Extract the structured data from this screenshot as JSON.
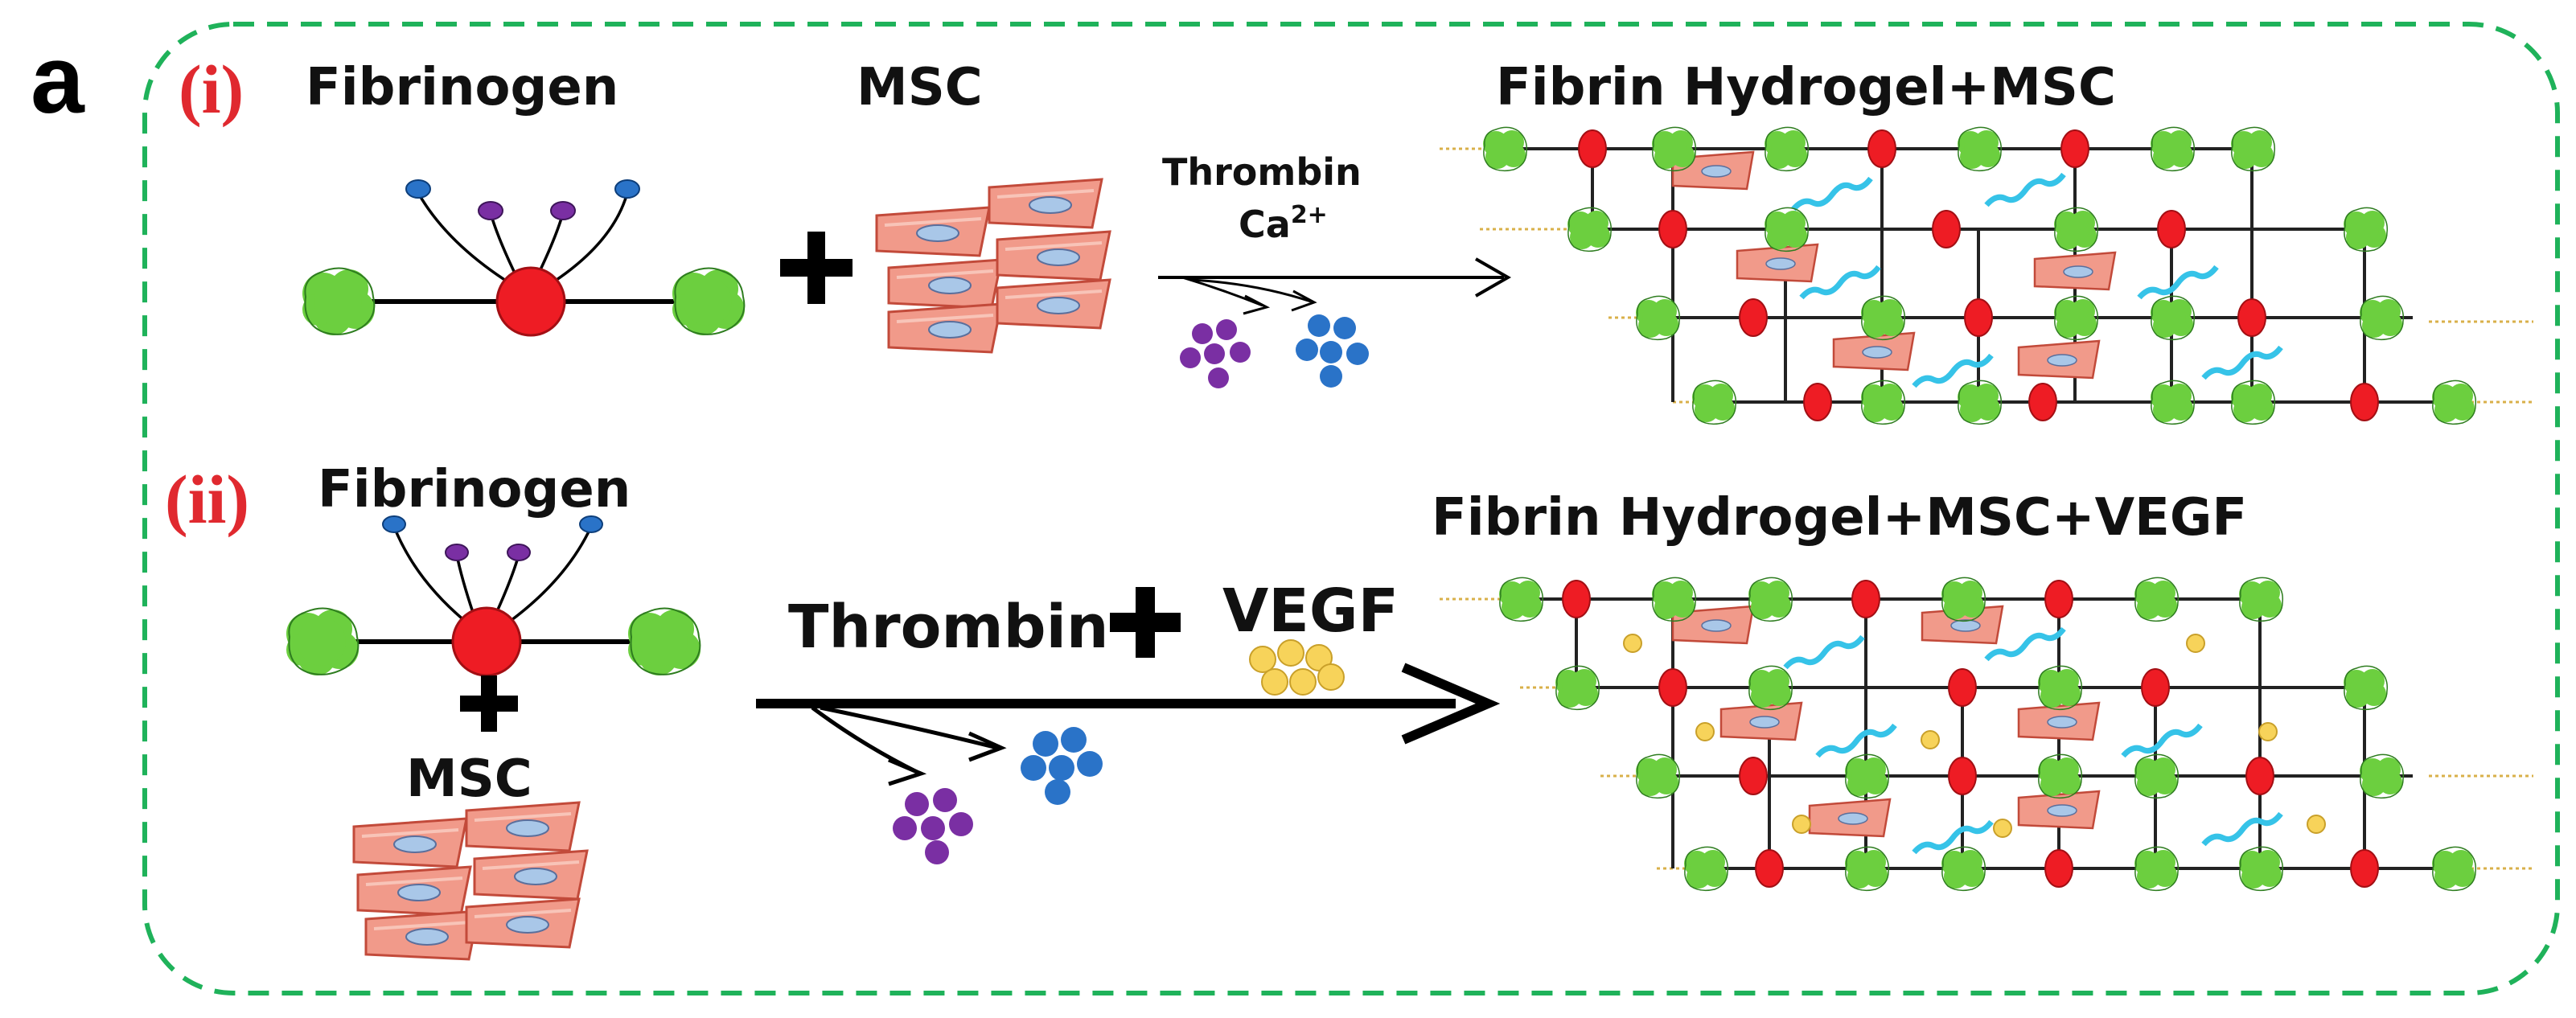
{
  "panel_label": "a",
  "rows": [
    {
      "roman": "(i)",
      "reactant_label": "Fibrinogen",
      "cell_label": "MSC",
      "reagent_line1": "Thrombin",
      "reagent_line2_base": "Ca",
      "reagent_line2_sup": "2+",
      "product_label": "Fibrin Hydrogel+MSC"
    },
    {
      "roman": "(ii)",
      "reactant_label": "Fibrinogen",
      "cell_label": "MSC",
      "reagent_line1": "Thrombin",
      "reagent_extra": "VEGF",
      "product_label": "Fibrin Hydrogel+MSC+VEGF"
    }
  ],
  "colors": {
    "border": "#1fb25a",
    "roman": "#e0292f",
    "fibrin_node": "#ee1c24",
    "globular_domain": "#6ccf3f",
    "fibrinopeptide_a": "#7a2fa3",
    "fibrinopeptide_b": "#2a73c8",
    "vegf": "#f7d35a",
    "msc_cell": "#f19a8a",
    "crosslink": "#36c3e8"
  }
}
